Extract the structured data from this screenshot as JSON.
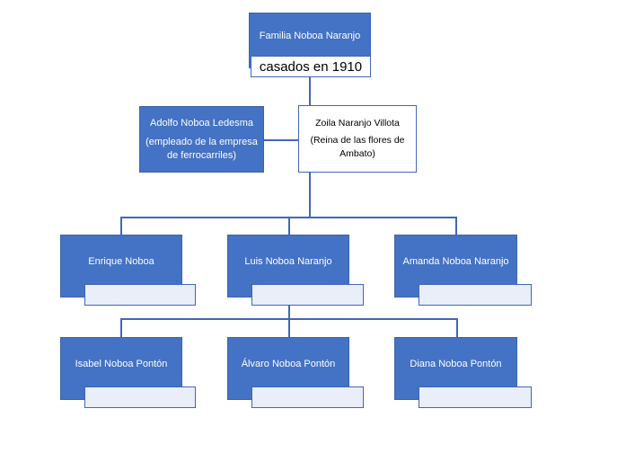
{
  "colors": {
    "node": "#4472c4",
    "border": "#3f68b5",
    "sub_card": "#e9eef8"
  },
  "root": {
    "title": "Familia Noboa Naranjo",
    "tag": "casados en 1910"
  },
  "spouses": {
    "husband": {
      "name": "Adolfo Noboa Ledesma",
      "note": "(empleado de la empresa de ferrocarriles)"
    },
    "wife": {
      "name": "Zoila Naranjo Villota",
      "note": "(Reina de las flores de Ambato)"
    }
  },
  "children": [
    {
      "name": "Enrique Noboa"
    },
    {
      "name": "Luis Noboa Naranjo"
    },
    {
      "name": "Amanda Noboa Naranjo"
    }
  ],
  "grandchildren": [
    {
      "name": "Isabel Noboa Pontón"
    },
    {
      "name": "Álvaro Noboa Pontón"
    },
    {
      "name": "Diana Noboa Pontón"
    }
  ]
}
